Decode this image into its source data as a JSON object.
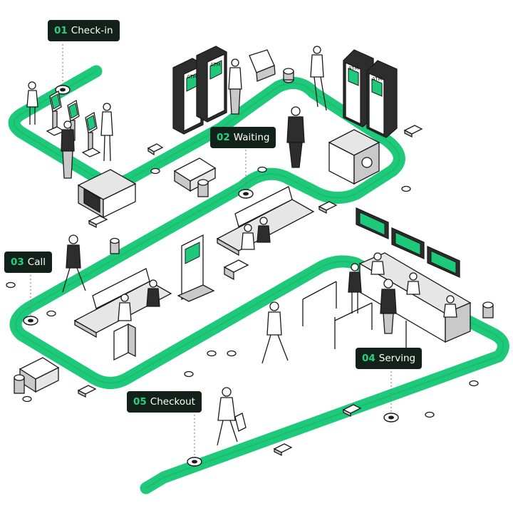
{
  "stages": [
    {
      "number": "01",
      "label": "Check-in"
    },
    {
      "number": "02",
      "label": "Waiting"
    },
    {
      "number": "03",
      "label": "Call"
    },
    {
      "number": "04",
      "label": "Serving"
    },
    {
      "number": "05",
      "label": "Checkout"
    }
  ],
  "signs": {
    "atm_1": "ATM",
    "atm_2": "ATM",
    "atm_3": "ATM",
    "atm_4": "ATM"
  },
  "colors": {
    "path": "#1ec97a",
    "path_dark": "#0fa864",
    "label_bg": "#12211a",
    "label_number": "#26d27f",
    "label_text": "#ffffff",
    "ink": "#1a1a1a"
  },
  "icons": [
    "atm-machine-icon",
    "safe-icon",
    "kiosk-icon",
    "cash-stack-icon",
    "coin-stack-icon",
    "gold-bar-icon",
    "wallet-icon",
    "queue-display-icon",
    "bench-icon",
    "luggage-icon",
    "person-icon",
    "teller-counter-icon",
    "stanchion-icon"
  ]
}
